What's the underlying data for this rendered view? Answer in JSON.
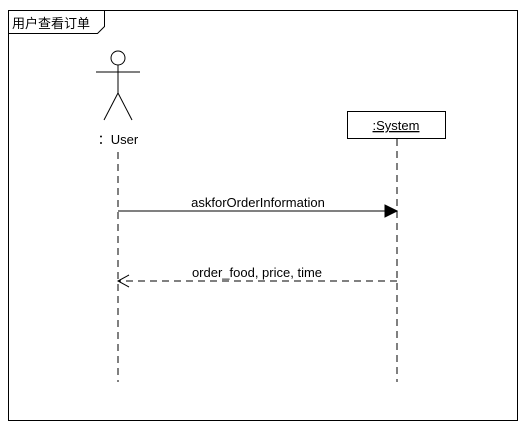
{
  "frame": {
    "title": "用户查看订单"
  },
  "lifelines": [
    {
      "id": "user",
      "kind": "actor",
      "label": "：User"
    },
    {
      "id": "system",
      "kind": "object",
      "label": ":System"
    }
  ],
  "messages": [
    {
      "from": "user",
      "to": "system",
      "kind": "synchronous",
      "label": "askforOrderInformation"
    },
    {
      "from": "system",
      "to": "user",
      "kind": "return",
      "label": "order_food, price, time"
    }
  ],
  "colors": {
    "stroke": "#000000",
    "background": "#ffffff",
    "object_box_fill": "#ffffff"
  }
}
